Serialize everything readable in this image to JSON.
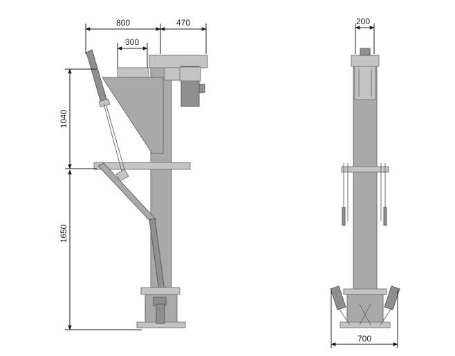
{
  "dimensions": {
    "side_top_width": "800",
    "side_motor_width": "470",
    "side_hopper_opening": "300",
    "side_upper_height": "1040",
    "side_lower_height": "1650",
    "front_top_width": "200",
    "front_base_width": "700"
  },
  "colors": {
    "machine_fill": "#a9a9a9",
    "machine_stroke": "#6e6e6e",
    "dimension_line": "#1a1a1a"
  }
}
